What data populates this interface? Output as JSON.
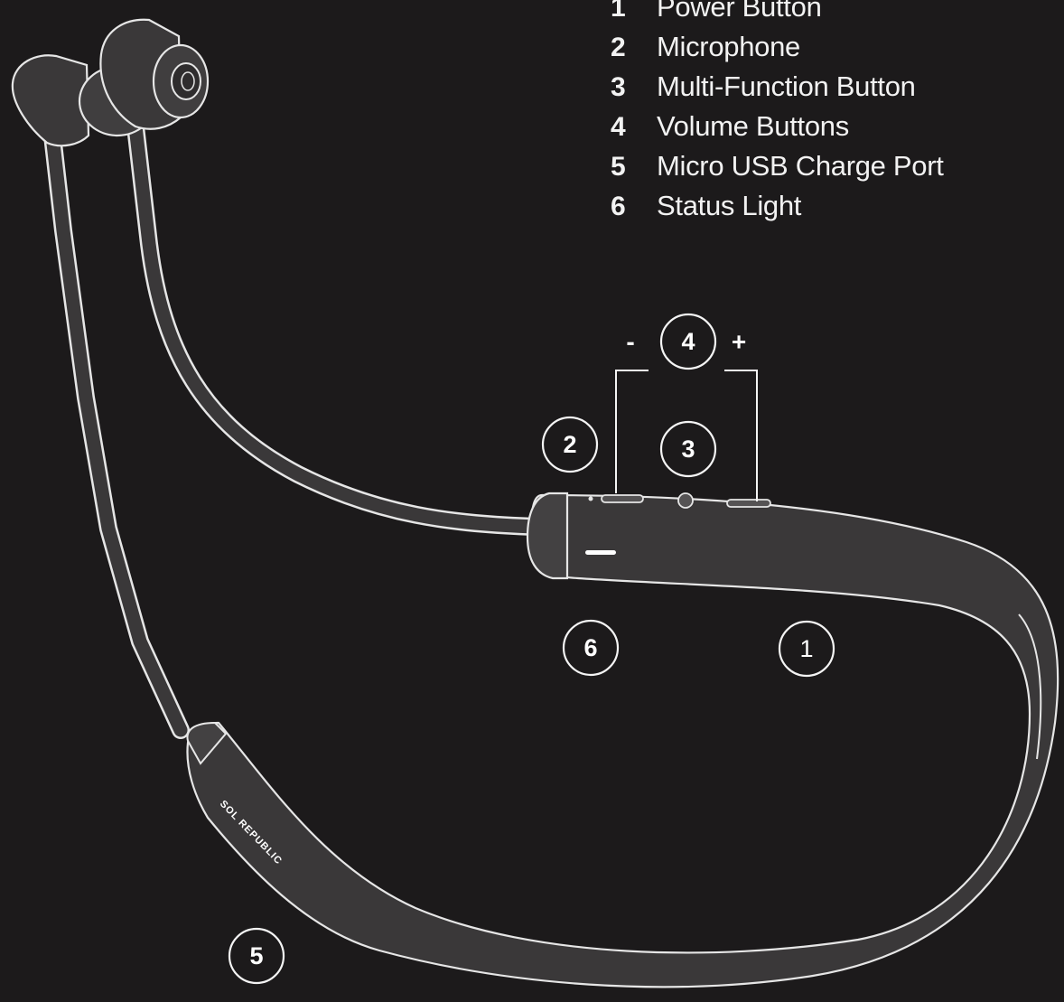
{
  "legend": [
    {
      "num": "1",
      "label": "Power Button"
    },
    {
      "num": "2",
      "label": "Microphone"
    },
    {
      "num": "3",
      "label": "Multi-Function Button"
    },
    {
      "num": "4",
      "label": "Volume Buttons"
    },
    {
      "num": "5",
      "label": "Micro USB Charge Port"
    },
    {
      "num": "6",
      "label": "Status Light"
    }
  ],
  "callouts": {
    "c1": "1",
    "c2": "2",
    "c3": "3",
    "c4": "4",
    "c5": "5",
    "c6": "6"
  },
  "volume": {
    "minus": "-",
    "plus": "+"
  },
  "brand_text": "SOL REPUBLIC",
  "colors": {
    "background": "#1c1a1b",
    "device_body": "#3a3839",
    "outline": "#e6e6e6"
  }
}
